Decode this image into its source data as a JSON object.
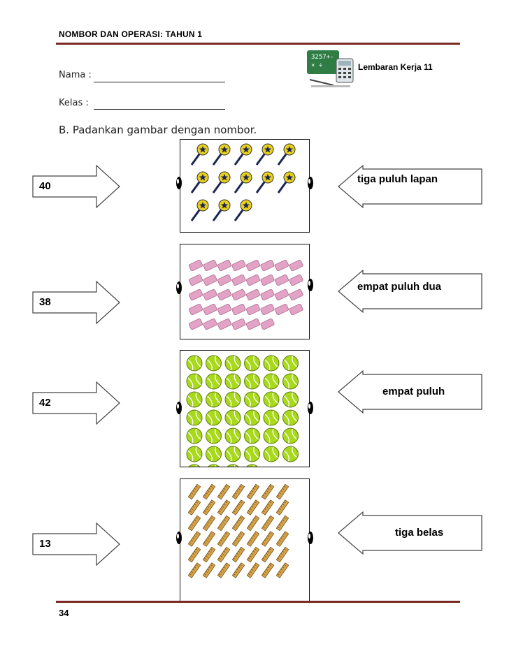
{
  "header": {
    "title": "NOMBOR DAN OPERASI: TAHUN 1",
    "worksheet": "Lembaran Kerja 11",
    "icon_text": "3257+-\n× ÷"
  },
  "fields": {
    "name_label": "Nama :",
    "class_label": "Kelas  :"
  },
  "instruction": "B. Padankan gambar dengan nombor.",
  "rows": [
    {
      "number": "40",
      "words": "tiga puluh lapan",
      "picture": "lollipops",
      "item_icon": "lollipop-icon",
      "count": 13
    },
    {
      "number": "38",
      "words": "empat puluh dua",
      "picture": "erasers",
      "item_icon": "eraser-icon",
      "count": 38
    },
    {
      "number": "42",
      "words": "empat puluh",
      "picture": "tennis balls",
      "item_icon": "tennis-ball-icon",
      "count": 40
    },
    {
      "number": "13",
      "words": "tiga belas",
      "picture": "rulers",
      "item_icon": "ruler-icon",
      "count": 42
    }
  ],
  "footer": {
    "page": "34"
  },
  "colors": {
    "rule": "#7a2a22",
    "lollipop": "#e8d11e",
    "eraser": "#e3a3c6",
    "ball": "#a8d91b",
    "ruler": "#d4a24a"
  }
}
